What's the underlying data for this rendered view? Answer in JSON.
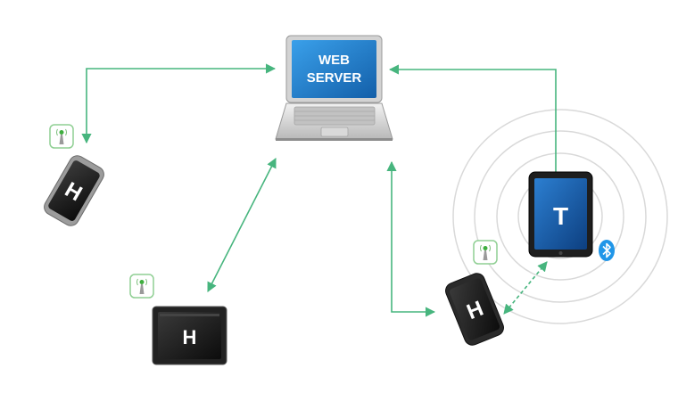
{
  "server": {
    "label_line1": "WEB",
    "label_line2": "SERVER"
  },
  "devices": {
    "phone_left_label": "H",
    "tablet_bottom_label": "H",
    "phone_right_label": "H",
    "tablet_right_label": "T"
  },
  "icons": {
    "wifi": "wifi-antenna-icon",
    "bluetooth": "bluetooth-icon"
  },
  "colors": {
    "connector": "#47b57e",
    "wifi_badge_border": "#8fcf93",
    "server_screen": "#1e7fd0",
    "tablet_t_screen": "#1a5aa6",
    "device_screen_dark": "#1b1b1b",
    "bluetooth": "#2196e8",
    "range_rings": "#d9d9d9"
  }
}
